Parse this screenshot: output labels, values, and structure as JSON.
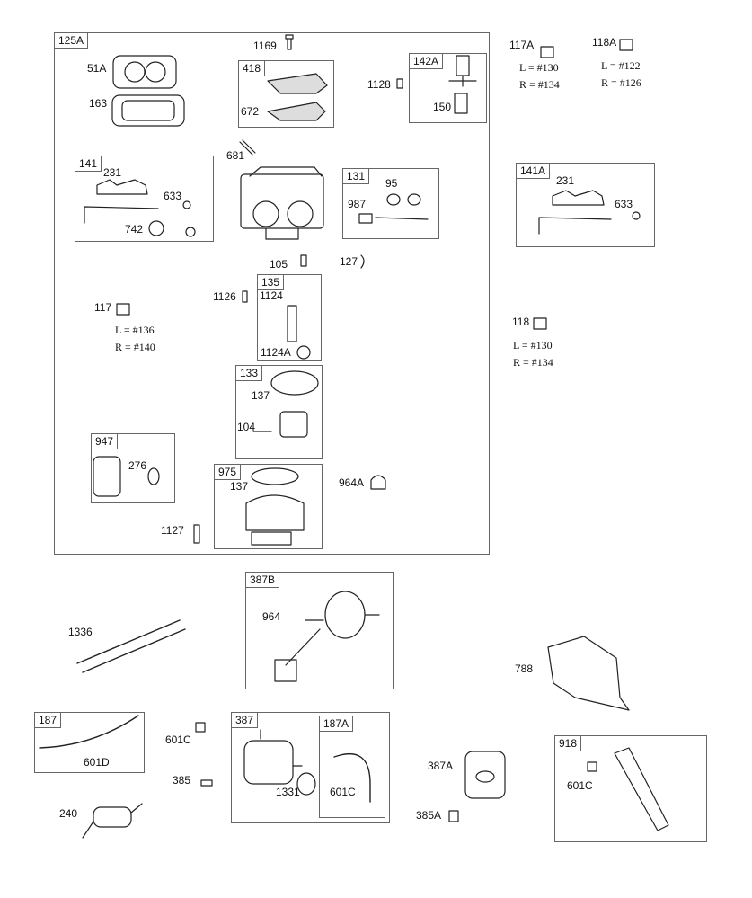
{
  "boxes": {
    "b125A": "125A",
    "b418": "418",
    "b142A": "142A",
    "b141": "141",
    "b131": "131",
    "b141A": "141A",
    "b135": "135",
    "b133": "133",
    "b947": "947",
    "b975": "975",
    "b387B": "387B",
    "b187": "187",
    "b387": "387",
    "b187A": "187A",
    "b918": "918"
  },
  "labels": {
    "p1169": "1169",
    "p51A": "51A",
    "p163": "163",
    "p672": "672",
    "p1128": "1128",
    "p150": "150",
    "p681": "681",
    "p231": "231",
    "p633": "633",
    "p742": "742",
    "p95": "95",
    "p987": "987",
    "p231b": "231",
    "p633b": "633",
    "p105": "105",
    "p127": "127",
    "p117": "117",
    "p1126": "1126",
    "p1124": "1124",
    "p1124A": "1124A",
    "p118": "118",
    "p137a": "137",
    "p104": "104",
    "p276": "276",
    "p137b": "137",
    "p964A": "964A",
    "p1127": "1127",
    "p117A": "117A",
    "p118A": "118A",
    "p1336": "1336",
    "p964": "964",
    "p788": "788",
    "p601D": "601D",
    "p601C": "601C",
    "p385": "385",
    "p1331": "1331",
    "p601Cb": "601C",
    "p387A": "387A",
    "p385A": "385A",
    "p240": "240",
    "p601Cc": "601C"
  },
  "notes": {
    "n117A_L": "L = #130",
    "n117A_R": "R = #134",
    "n118A_L": "L = #122",
    "n118A_R": "R = #126",
    "n117_L": "L = #136",
    "n117_R": "R = #140",
    "n118_L": "L = #130",
    "n118_R": "R = #134"
  }
}
